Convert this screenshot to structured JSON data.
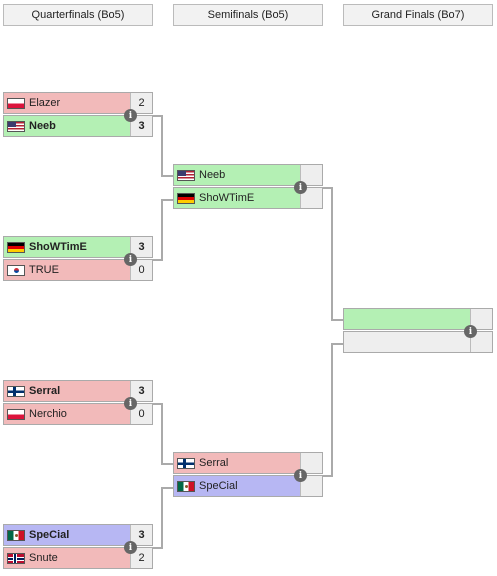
{
  "headers": {
    "quarterfinals": "Quarterfinals (Bo5)",
    "semifinals": "Semifinals (Bo5)",
    "grand_finals": "Grand Finals (Bo7)"
  },
  "colors": {
    "win": "#b4f0b4",
    "loss": "#f2baba",
    "loss_alt": "#b7b7f3",
    "empty": "#eeeeee",
    "connector": "#aaaaaa"
  },
  "info_icon": "i",
  "quarterfinals": [
    {
      "top": {
        "name": "Elazer",
        "flag": "pl",
        "score": "2"
      },
      "bottom": {
        "name": "Neeb",
        "flag": "us",
        "score": "3"
      }
    },
    {
      "top": {
        "name": "ShoWTimE",
        "flag": "de",
        "score": "3"
      },
      "bottom": {
        "name": "TRUE",
        "flag": "kr",
        "score": "0"
      }
    },
    {
      "top": {
        "name": "Serral",
        "flag": "fi",
        "score": "3"
      },
      "bottom": {
        "name": "Nerchio",
        "flag": "pl",
        "score": "0"
      }
    },
    {
      "top": {
        "name": "SpeCial",
        "flag": "mx",
        "score": "3"
      },
      "bottom": {
        "name": "Snute",
        "flag": "no",
        "score": "2"
      }
    }
  ],
  "semifinals": [
    {
      "top": {
        "name": "Neeb",
        "flag": "us",
        "score": ""
      },
      "bottom": {
        "name": "ShoWTimE",
        "flag": "de",
        "score": ""
      }
    },
    {
      "top": {
        "name": "Serral",
        "flag": "fi",
        "score": ""
      },
      "bottom": {
        "name": "SpeCial",
        "flag": "mx",
        "score": ""
      }
    }
  ],
  "grand_finals": {
    "top": {
      "name": "",
      "score": ""
    },
    "bottom": {
      "name": "",
      "score": ""
    }
  }
}
